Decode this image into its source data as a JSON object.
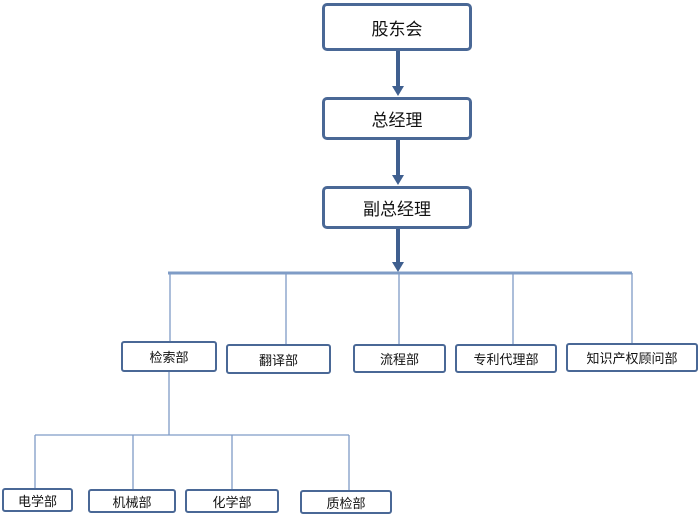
{
  "diagram": {
    "root": {
      "label": "股东会"
    },
    "general_manager": {
      "label": "总经理"
    },
    "deputy_general_manager": {
      "label": "副总经理"
    },
    "departments": [
      {
        "label": "检索部"
      },
      {
        "label": "翻译部"
      },
      {
        "label": "流程部"
      },
      {
        "label": "专利代理部"
      },
      {
        "label": "知识产权顾问部"
      }
    ],
    "sub_departments": [
      {
        "label": "电学部"
      },
      {
        "label": "机械部"
      },
      {
        "label": "化学部"
      },
      {
        "label": "质检部"
      }
    ]
  },
  "colors": {
    "box_border": "#4a6896",
    "arrow": "#3f5f8f",
    "connector": "#7f9cc6"
  }
}
